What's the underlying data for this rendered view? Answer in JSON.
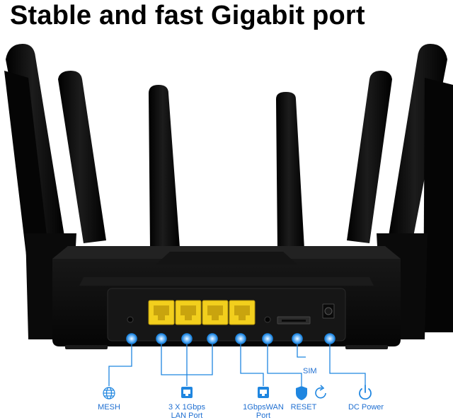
{
  "headline": "Stable and fast Gigabit port",
  "colors": {
    "accent": "#1f86e0",
    "router_body": "#0c0c0c",
    "port_yellow": "#f2cf1d"
  },
  "callouts": {
    "mesh": "MESH",
    "lan_line1": "3 X 1Gbps",
    "lan_line2": "LAN Port",
    "wan_line1": "1GbpsWAN",
    "wan_line2": "Port",
    "reset": "RESET",
    "sim": "SIM",
    "dc_power": "DC Power"
  }
}
